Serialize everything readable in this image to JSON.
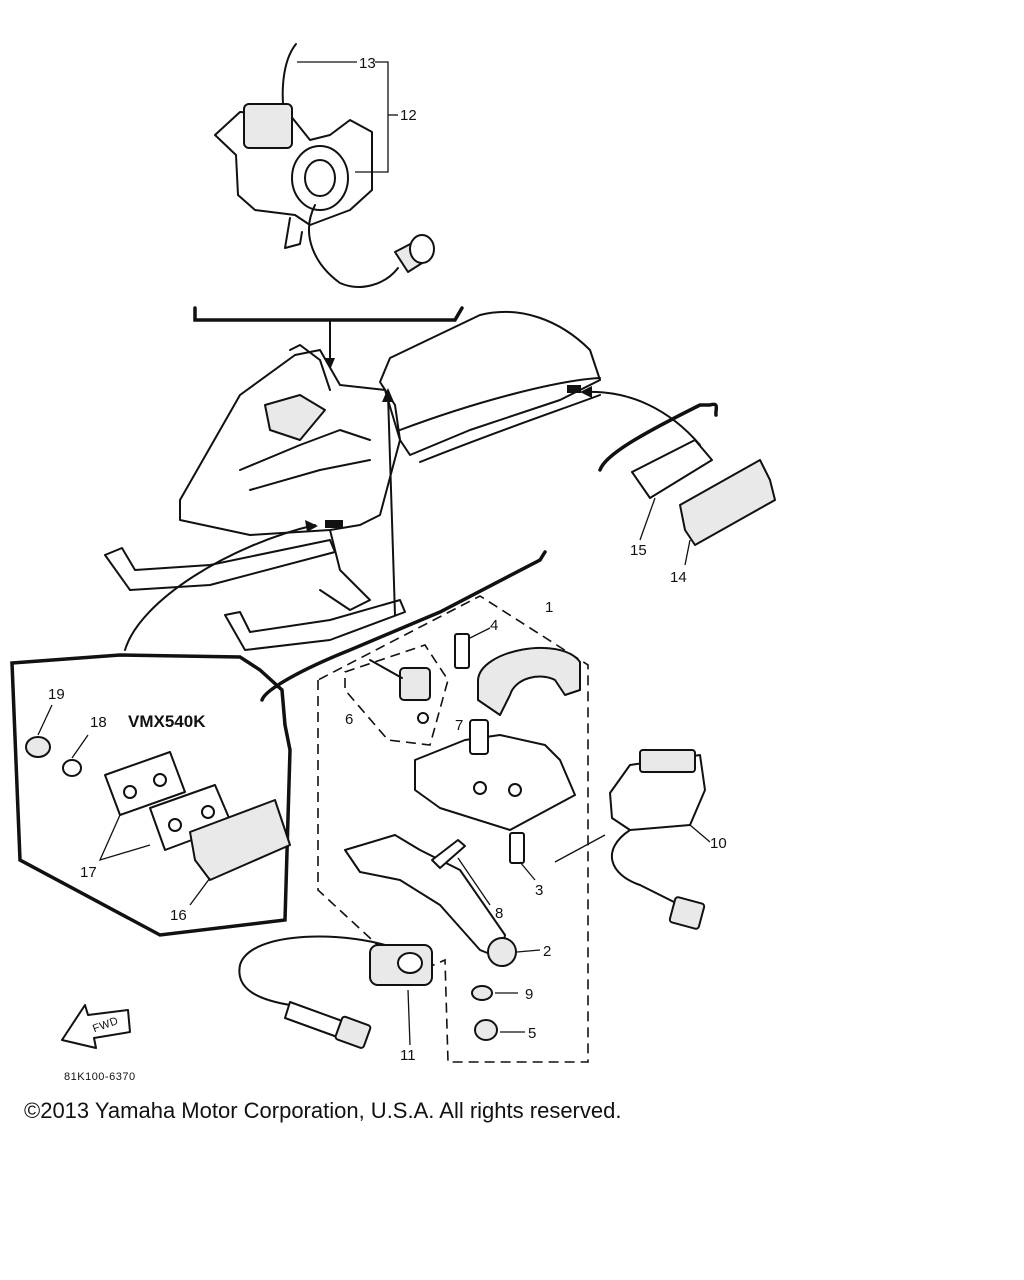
{
  "diagram": {
    "callouts": [
      "1",
      "2",
      "3",
      "4",
      "5",
      "6",
      "7",
      "8",
      "9",
      "10",
      "11",
      "12",
      "13",
      "14",
      "15",
      "16",
      "17",
      "18",
      "19"
    ],
    "model_label": "VMX540K",
    "fwd_label": "FWD",
    "drawing_code": "81K100-6370"
  },
  "footer": {
    "copyright": "©2013 Yamaha Motor Corporation, U.S.A. All rights reserved."
  }
}
